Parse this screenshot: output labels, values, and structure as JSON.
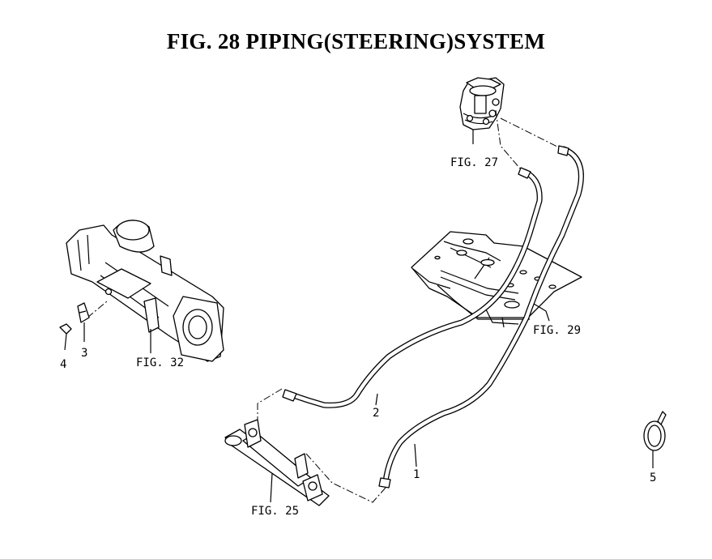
{
  "title": "FIG. 28  PIPING(STEERING)SYSTEM",
  "labels": {
    "fig27": "FIG. 27",
    "fig29": "FIG. 29",
    "fig32": "FIG. 32",
    "fig25": "FIG. 25",
    "item1": "1",
    "item2": "2",
    "item3": "3",
    "item4": "4",
    "item5": "5"
  }
}
